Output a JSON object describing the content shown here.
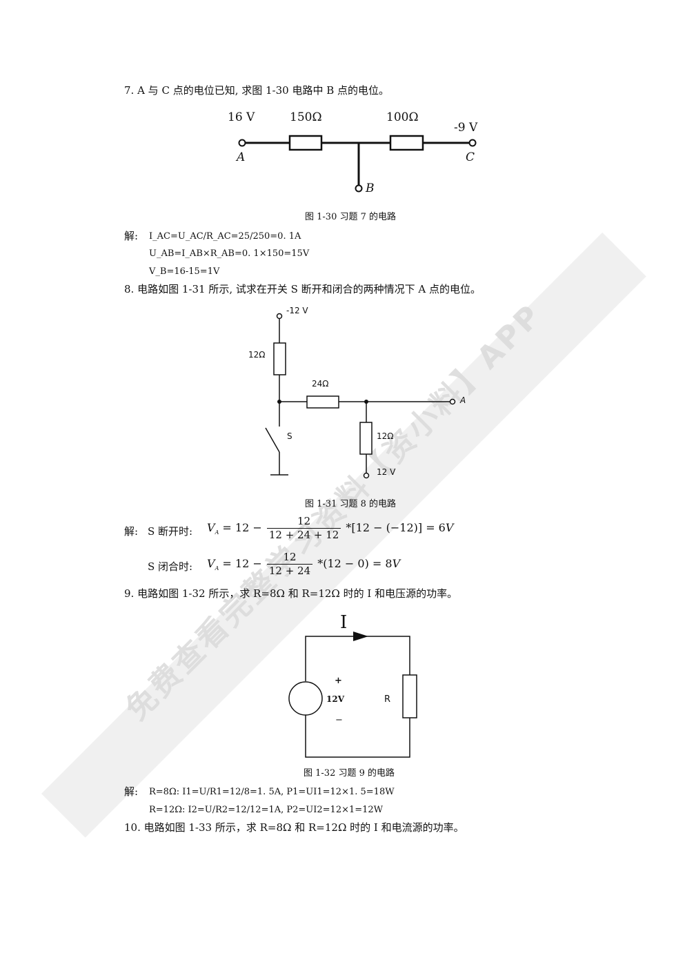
{
  "watermark": "免费查看完整学习资料【资小料】APP",
  "p7": {
    "question": "7. A 与 C 点的电位已知, 求图 1-30 电路中 B 点的电位。",
    "fig": {
      "v_left": "16 V",
      "r1": "150Ω",
      "r2": "100Ω",
      "v_right": "-9 V",
      "node_a": "A",
      "node_c": "C",
      "node_b": "B"
    },
    "caption": "图 1-30 习题 7 的电路",
    "sol_label": "解:",
    "line1": "I_AC=U_AC/R_AC=25/250=0. 1A",
    "line2": "U_AB=I_AB×R_AB=0. 1×150=15V",
    "line3": "V_B=16-15=1V"
  },
  "p8": {
    "question": "8.  电路如图 1-31 所示, 试求在开关 S 断开和闭合的两种情况下 A 点的电位。",
    "fig": {
      "v_top": "-12 V",
      "r_top": "12Ω",
      "r_mid": "24Ω",
      "switch": "S",
      "r_right": "12Ω",
      "v_bottom": "12 V",
      "node_a": "A"
    },
    "caption": "图 1-31 习题 8 的电路",
    "sol_label": "解:",
    "open_label": "S 断开时:",
    "closed_label": "S 闭合时:"
  },
  "p9": {
    "question": "9. 电路如图 1-32 所示，求 R=8Ω 和 R=12Ω 时的 I 和电压源的功率。",
    "fig": {
      "current": "I",
      "plus": "+",
      "minus": "−",
      "source": "12V",
      "resistor": "R"
    },
    "caption": "图 1-32  习题 9 的电路",
    "sol_label": "解:",
    "line1": "R=8Ω: I1=U/R1=12/8=1. 5A, P1=UI1=12×1. 5=18W",
    "line2": "R=12Ω: I2=U/R2=12/12=1A, P2=UI2=12×1=12W"
  },
  "p10": {
    "question": "10. 电路如图 1-33 所示，求 R=8Ω 和 R=12Ω 时的 I 和电流源的功率。"
  }
}
